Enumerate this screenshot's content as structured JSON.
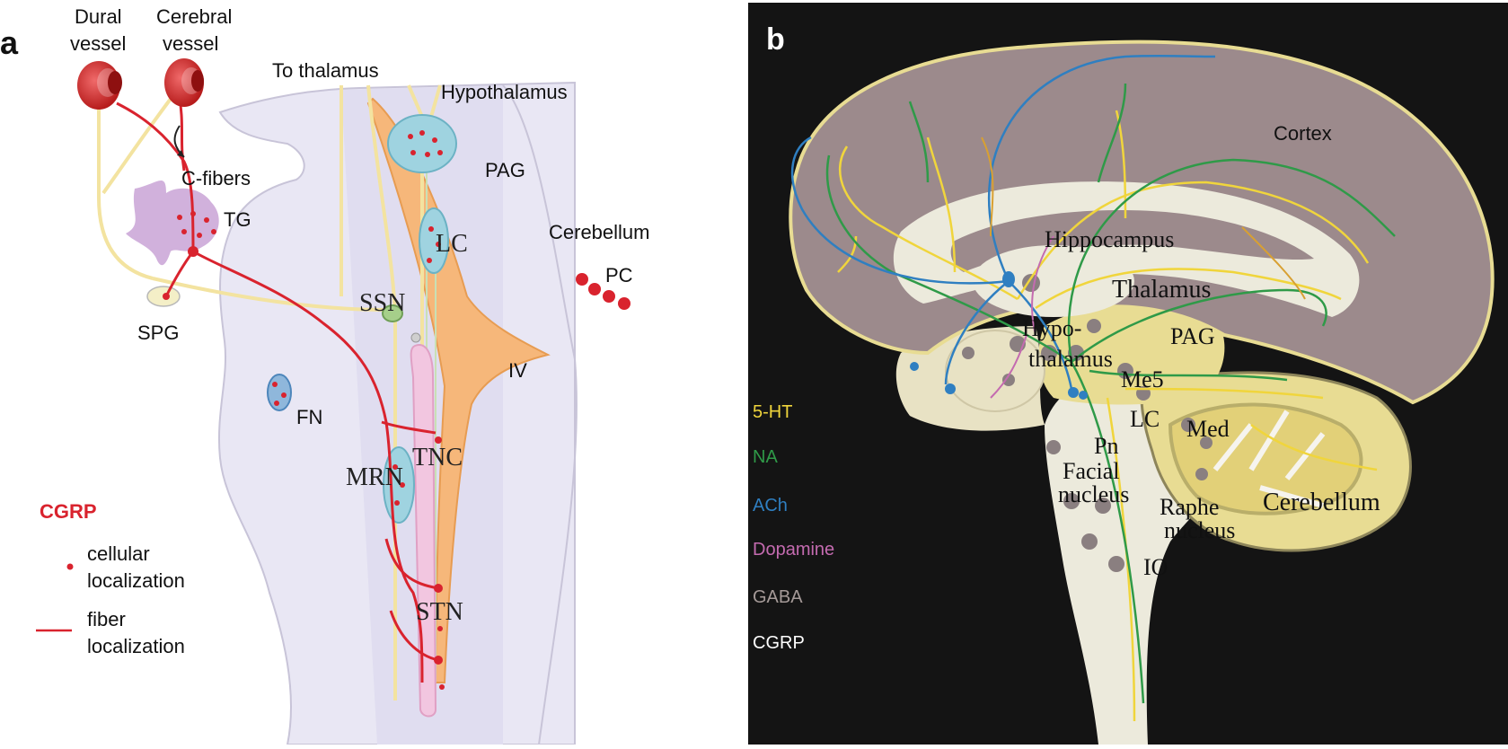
{
  "panel_a": {
    "letter": "a",
    "labels": {
      "dural_vessel_1": "Dural",
      "dural_vessel_2": "vessel",
      "cerebral_vessel_1": "Cerebral",
      "cerebral_vessel_2": "vessel",
      "to_thalamus": "To thalamus",
      "hypothalamus": "Hypothalamus",
      "c_fibers": "C-fibers",
      "tg": "TG",
      "pag": "PAG",
      "lc": "LC",
      "cerebellum": "Cerebellum",
      "pc": "PC",
      "ssn": "SSN",
      "spg": "SPG",
      "iv": "IV",
      "fn": "FN",
      "tnc": "TNC",
      "mrn": "MRN",
      "stn": "STN"
    },
    "legend": {
      "title": "CGRP",
      "cellular_1": "cellular",
      "cellular_2": "localization",
      "fiber_1": "fiber",
      "fiber_2": "localization"
    },
    "colors": {
      "cgrp_red": "#d9232e",
      "fiber_yellow": "#f3e3a0",
      "brainstem": "#e8e6f3",
      "nucleus_blue": "#9fd3e0",
      "ventricle_orange": "#f6b77a",
      "tnc_pink": "#f2c6e0",
      "tg_purple": "#c9a3d6"
    }
  },
  "panel_b": {
    "letter": "b",
    "regions": {
      "cortex": "Cortex",
      "hippocampus": "Hippocampus",
      "thalamus": "Thalamus",
      "hypothalamus_1": "Hypo-",
      "hypothalamus_2": "thalamus",
      "pag": "PAG",
      "me5": "Me5",
      "lc": "LC",
      "med": "Med",
      "pn": "Pn",
      "facial_1": "Facial",
      "facial_2": "nucleus",
      "raphe_1": "Raphe",
      "raphe_2": "nucleus",
      "cerebellum": "Cerebellum",
      "io": "IO"
    },
    "legend": [
      {
        "label": "5-HT",
        "color": "#f0d53c"
      },
      {
        "label": "NA",
        "color": "#2f9a48"
      },
      {
        "label": "ACh",
        "color": "#2f7fc1"
      },
      {
        "label": "Dopamine",
        "color": "#c46bb0"
      },
      {
        "label": "GABA",
        "color": "#a59a98"
      },
      {
        "label": "CGRP",
        "color": "#ffffff"
      }
    ],
    "colors": {
      "background": "#141414",
      "cortex": "#9c8a8c",
      "white_matter": "#eceadc",
      "brainstem_yellow": "#e8dc93",
      "gaba_nucleus": "#8a7f80",
      "serotonin": "#f0d53c",
      "noradrenaline": "#2f9a48",
      "acetylcholine": "#2f7fc1",
      "dopamine": "#c46bb0",
      "orange_path": "#d8a032"
    }
  }
}
